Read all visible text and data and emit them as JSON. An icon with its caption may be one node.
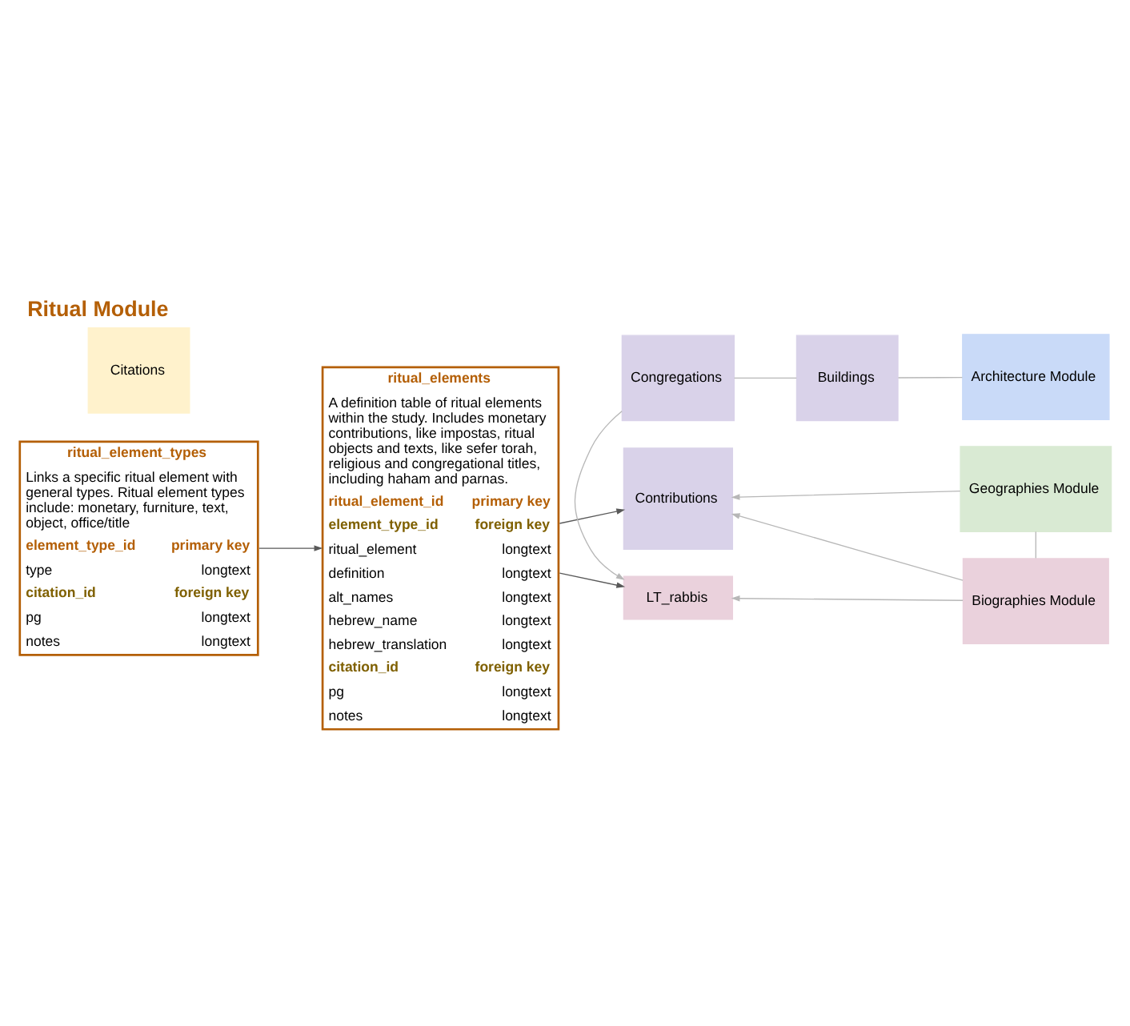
{
  "diagram": {
    "title": "Ritual Module",
    "nodes": [
      {
        "text": [
          "ritual_elements",
          "A definition table of ritual elements within the study. Includes monetary contributions, like impostas, ritual objects and texts, like sefer torah, religious and congregational titles, including haham and parnas.",
          "ritual_element_id",
          "primary key",
          "element_type_id",
          "foreign key",
          "ritual_element",
          "longtext",
          "definition",
          "longtext",
          "alt_names",
          "longtext",
          "hebrew_name",
          "longtext",
          "hebrew_translation",
          "longtext",
          "citation_id",
          "foreign key",
          "pg",
          "longtext",
          "notes",
          "longtext"
        ]
      },
      {
        "text": [
          "ritual_element_types",
          "Links a specific ritual element with general types. Ritual element types include: monetary, furniture, text, object, office/title",
          "element_type_id",
          "primary key",
          "type",
          "longtext",
          "citation_id",
          "foreign key",
          "pg",
          "longtext",
          "notes",
          "longtext"
        ]
      },
      {
        "text": [
          "Geographies Module"
        ]
      },
      {
        "text": [
          "Contributions"
        ]
      },
      {
        "text": [
          "Biographies Module"
        ]
      },
      {
        "text": [
          "LT_rabbis"
        ]
      },
      {
        "text": [
          "Citations"
        ]
      },
      {
        "text": [
          "Congregations"
        ]
      },
      {
        "text": [
          "Buildings"
        ]
      },
      {
        "text": [
          "Architecture Module"
        ]
      }
    ],
    "edges": [
      {
        "from": 1,
        "to": 0,
        "arrow": "to",
        "color": "#595959"
      },
      {
        "from": 0,
        "to": 3,
        "arrow": "to",
        "color": "#595959"
      },
      {
        "from": 0,
        "to": 5,
        "arrow": "to",
        "color": "#595959"
      },
      {
        "from": 2,
        "to": 3,
        "arrow": "to"
      },
      {
        "from": 4,
        "to": 3,
        "arrow": "to"
      },
      {
        "from": 4,
        "to": 5,
        "arrow": "to"
      },
      {
        "from": 2,
        "to": 4,
        "arrow": "none"
      },
      {
        "from": 7,
        "to": 5,
        "arrow": "to"
      },
      {
        "from": 7,
        "to": 8,
        "arrow": "none"
      },
      {
        "from": 8,
        "to": 9,
        "arrow": "none"
      }
    ]
  }
}
